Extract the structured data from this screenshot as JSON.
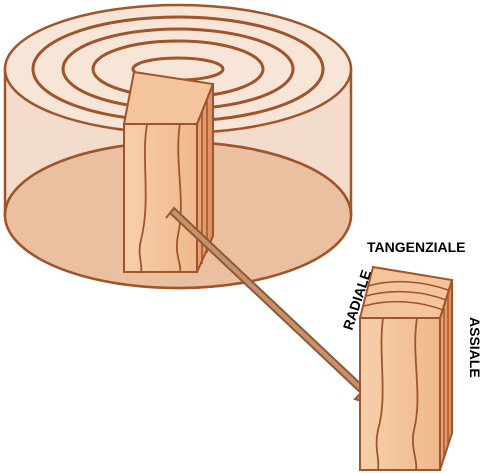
{
  "labels": {
    "tangential": "TANGENZIALE",
    "radial": "RADIALE",
    "axial": "ASSIALE"
  },
  "colors": {
    "stroke": "#a0542a",
    "cylinder_fill": "#f3d9c6",
    "cylinder_bottom": "#e8b895",
    "wood_face": "#f4c49c",
    "wood_face_dark": "#e8a77a",
    "arrow_fill": "#c7926a",
    "arrow_stroke": "#8a5a3a"
  }
}
